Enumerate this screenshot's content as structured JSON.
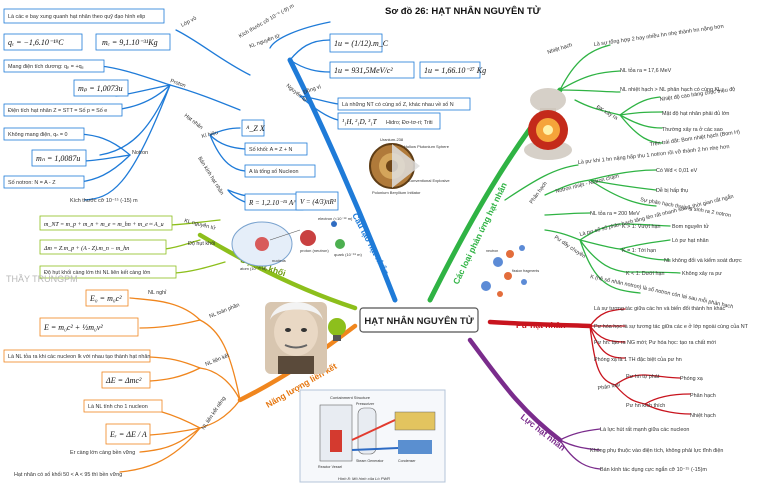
{
  "title": "Sơ đồ 26: HẠT NHÂN NGUYÊN TỬ",
  "center": "HẠT NHÂN NGUYÊN TỬ",
  "watermark": "THẦY TRUNGPM",
  "branches": {
    "cau_tao": "Cấu tạo hạt nhân",
    "do_hut_khoi": "Độ hụt khối",
    "nang_luong": "Năng lượng liên kết",
    "phan_ung": "Các loại phản ứng hạt nhân",
    "pu_hat_nhan": "Pư hạt nhân",
    "luc_hat_nhan": "Lực hạt nhân"
  },
  "cau_tao": {
    "lop_vo": "Lớp vỏ",
    "lop_vo_desc": "Là các e bay xung quanh hạt nhân theo quỹ đạo hình elip",
    "qe": "qₑ = −1,6.10⁻¹⁹C",
    "me": "mₑ = 9,1.10⁻³¹Kg",
    "kich_thuoc_nt": "Kích thước cỡ 10⁻⁹ (-9) m",
    "kl_nguyen_tu": "KL nguyên tử",
    "u1": "1u = (1/12).m_C",
    "u2": "1u = 931,5MeV/c²",
    "u3": "1u = 1,66.10⁻²⁷ Kg",
    "nguyen_tu": "Nguyên tử",
    "dong_vi": "Đồng vị",
    "dong_vi_desc": "Là những NT có cùng số Z, khác nhau về số N",
    "hidro": "Hidro; Đơ-tơ-ri; Triti",
    "hidro_fm": "¹₁H, ²₁D, ³₁T",
    "hat_nhan": "Hạt nhân",
    "proton": "Proton",
    "mang_dien": "Mang điện tích dương: qₚ = +qₑ",
    "mp": "mₚ = 1,0073u",
    "dien_tich_hn": "Điện tích hạt nhân Z = STT = Số p = Số e",
    "notron": "Notron",
    "khong_mang": "Không mang điện, qₙ = 0",
    "mn": "mₙ = 1,0087u",
    "so_notron": "Số notron: N = A - Z",
    "kich_thuoc_hn": "Kích thước cỡ 10⁻¹⁵ (-15) m",
    "ki_hieu": "Kí hiệu",
    "ki_hieu_fm": "ᴬ_Z X",
    "so_khoi": "Số khối: A = Z + N",
    "a_tong": "A là tổng số Nucleon",
    "ban_kinh": "Bán kính hạt nhân",
    "r_fm": "R = 1,2.10⁻¹⁵ A^(1/3)",
    "v_fm": "V = (4/3)πR³",
    "img_uranium": "Uranium-238",
    "img_hollow": "Hollow Plutonium Sphere",
    "img_conv": "Conventional Explosive",
    "img_polonium": "Polonium Beryllium Initiator"
  },
  "do_hut_khoi": {
    "kl_nguyen_tu": "KL nguyên tử",
    "mnt": "m_NT = m_p + m_n + m_e = m_hn + m_e ≈ A_u",
    "do_hut_khoi": "Độ hụt khối",
    "delta_m": "Δm = Z.m_p + (A - Z).m_n − m_hn",
    "dhk_desc": "Độ hụt khối càng lớn thì NL liên kết càng lớn",
    "img_atom": "atom (10⁻¹⁰ m)",
    "img_nucleus": "nucleus",
    "img_proton": "proton (neutron)",
    "img_quark": "quark (10⁻¹⁸ m)",
    "img_electron": "electron (<10⁻¹⁸ m)"
  },
  "nang_luong": {
    "nl_nghi": "NL nghỉ",
    "e0": "E₀ = m₀c²",
    "nl_toan_phan": "NL toàn phần",
    "e": "E = m₀c² + ½m₀v²",
    "nl_lien_ket": "NL liên kết",
    "nllk_desc": "Là NL tỏa ra khi các nucleon lk với nhau tạo thành hạt nhân",
    "de": "ΔE = Δmc²",
    "nl_lk_rieng": "NL liên kết riêng",
    "nllkr_desc": "Là NL tính cho 1 nucleon",
    "er": "Eᵣ = ΔE / A",
    "er_desc": "Er càng lớn càng bền vững",
    "ben_vung": "Hạt nhân có số khối 50 < A < 95 thì bền vững"
  },
  "phan_ung": {
    "nhiet_hach": "Nhiệt hạch",
    "nh_desc1": "Là sự tổng hợp 2 hay nhiều hn nhẹ thành hn nặng hơn",
    "nh_desc2": "NL tỏa ra = 17,6 MeV",
    "nh_desc3": "NL nhiệt hạch > NL phân hạch có cùng KL",
    "dk_xay_ra": "ĐK xảy ra",
    "dk1": "Nhiệt độ cao hàng chục triệu độ",
    "dk2": "Mật độ hạt nhân phải đủ lớn",
    "dk3": "Thường xảy ra ở các sao",
    "dk4": "Trên trái đất: Bom nhiệt hạch (Bom H)",
    "phan_hach": "Phân hạch",
    "ph_desc1": "Là pư khi 1 hn nặng hấp thụ 1 notron rồi vỡ thành 2 hn nhẹ hơn",
    "notron_cham": "Notron nhiệt - Notron chậm",
    "co_wd": "Có Wđ < 0,01 eV",
    "de_hap_thu": "Dễ bị hấp thụ",
    "sau_ph": "Sự phân hạch thường sinh ra 2 notron",
    "nl_toa_200": "NL tỏa ra = 200 MeV",
    "pu_day_chuyen": "Pư dây chuyền",
    "pudc_desc": "Là pư số số phân hạch tăng lên rất nhanh sau 1 thời gian rất ngắn",
    "k_vuot": "K > 1: Vượt hạn",
    "bom_ng": "Bom nguyên tử",
    "k_toi": "K = 1: Tới hạn",
    "lo_pu": "Lò pư hạt nhân",
    "nl_kiem": "NL không đổi và kiểm soát được",
    "k_duoi": "K < 1: Dưới hạn",
    "khong_pu": "Không xảy ra pư",
    "k_desc": "K (hệ số nhân notron) là số notron còn lại sau mỗi phản hạch",
    "img_neutron": "neutron",
    "img_fission": "fission fragments"
  },
  "pu_hat_nhan": {
    "desc1": "Là sự tương tác giữa các hn và biến đổi thành hn khác",
    "desc2": "Pư hóa học là sự tương tác giữa các e ở lớp ngoài cùng của NT",
    "desc3": "Pư hn: tạo ra NG mới; Pư hóa học: tạo ra chất mới",
    "desc4": "Phóng xạ là 1 TH đặc biệt của pư hn",
    "phan_loai": "Phân loại",
    "tu_phat": "Pư hn tự phát",
    "phong_xa": "Phóng xạ",
    "kich_thich": "Pư hn kích thích",
    "phan_hach2": "Phân hạch",
    "nhiet_hach2": "Nhiệt hạch"
  },
  "luc_hat_nhan": {
    "desc1": "Là lực hút rất mạnh giữa các nucleon",
    "desc2": "Không phụ thuộc vào điện tích, không phải lực tĩnh điện",
    "desc3": "Bán kính tác dụng cực ngắn cỡ 10⁻¹⁵ (-15)m"
  },
  "reactor": {
    "containment": "Containment Structure",
    "pressurizer": "Pressurizer",
    "steam_gen": "Steam Generator",
    "reactor_vessel": "Reactor Vessel",
    "condenser": "Condenser",
    "caption": "Hình 8: Mô hình của Lò PWR"
  },
  "colors": {
    "blue": "#1f7bd8",
    "orange": "#f0861e",
    "green": "#2fb344",
    "red": "#c8141e",
    "darkred": "#9d1515",
    "olive": "#8dbf1c",
    "purple": "#7a2c8c"
  }
}
